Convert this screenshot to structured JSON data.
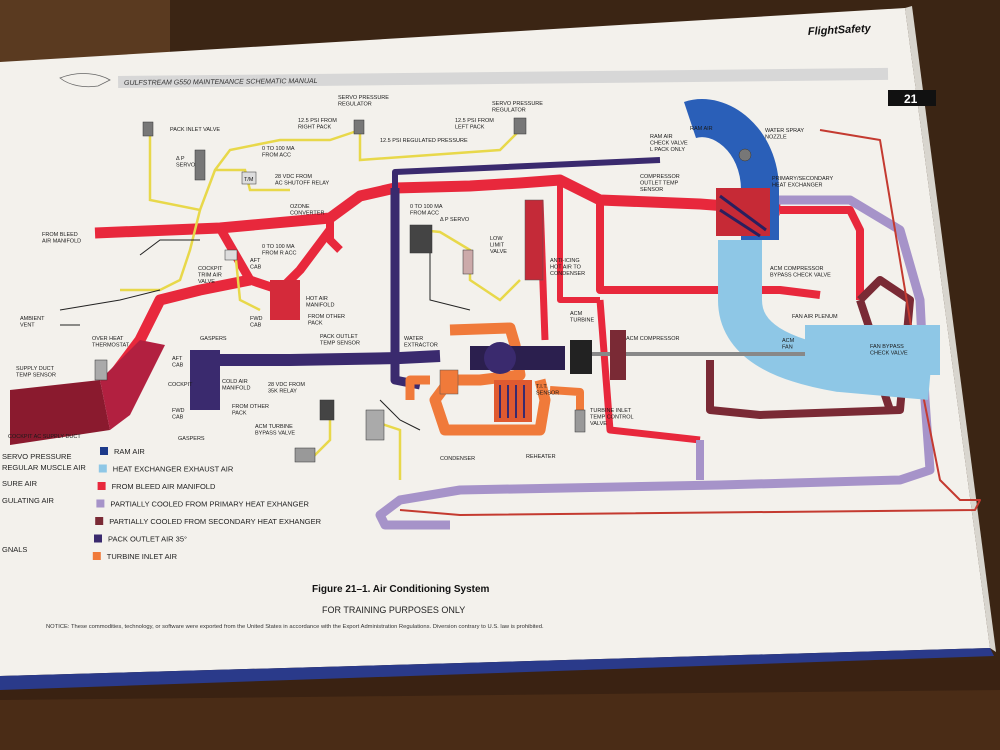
{
  "header": {
    "brand": "FlightSafety",
    "manual_title": "GULFSTREAM G550  MAINTENANCE SCHEMATIC MANUAL",
    "page_number": "21"
  },
  "labels": {
    "pack_inlet_valve": "PACK INLET VALVE",
    "servo_reg_right": "SERVO PRESSURE\nREGULATOR",
    "servo_reg_left": "SERVO PRESSURE\nREGULATOR",
    "psi_right_pack": "12.5 PSI FROM\nRIGHT PACK",
    "psi_left_pack": "12.5 PSI FROM\nLEFT PACK",
    "psi_regulated": "12.5 PSI REGULATED PRESSURE",
    "ma_from_acc": "0 TO 100 MA\nFROM ACC",
    "dp_servo": "Δ P\nSERVO",
    "vdc_shutoff": "28 VDC FROM\nAC SHUTOFF RELAY",
    "tm": "T/M",
    "ozone_converter": "OZONE\nCONVERTER",
    "from_bleed_air_manifold": "FROM BLEED\nAIR MANIFOLD",
    "ma_from_r_acc": "0 TO 100 MA\nFROM R ACC",
    "cockpit_trim_air_valve": "COCKPIT\nTRIM AIR\nVALVE",
    "aft_cab": "AFT\nCAB",
    "fwd_cab": "FWD\nCAB",
    "hot_air_manifold": "HOT AIR\nMANIFOLD",
    "from_other_pack": "FROM OTHER\nPACK",
    "ambient_vent": "AMBIENT\nVENT",
    "over_heat_thermostat": "OVER HEAT\nTHERMOSTAT",
    "supply_duct_temp_sensor": "SUPPLY DUCT\nTEMP SENSOR",
    "gaspers_top": "GASPERS",
    "aft_cab2": "AFT\nCAB",
    "cockpit": "COCKPIT",
    "fwd_cab2": "FWD\nCAB",
    "gaspers_bottom": "GASPERS",
    "cockpit_ac_supply_duct": "COCKPIT AC SUPPLY DUCT",
    "pack_outlet_temp_sensor": "PACK OUTLET\nTEMP SENSOR",
    "cold_air_manifold": "COLD AIR\nMANIFOLD",
    "vdc_35k": "28 VDC FROM\n35K RELAY",
    "from_other_pack2": "FROM OTHER\nPACK",
    "acm_turbine_bypass_valve": "ACM TURBINE\nBYPASS VALVE",
    "ma_from_acc2": "0 TO 100 MA\nFROM ACC",
    "dp_servo2": "Δ P SERVO",
    "low_limit_valve": "LOW\nLIMIT\nVALVE",
    "anti_icing": "ANTI-ICING\nHOT AIR TO\nCONDENSER",
    "water_extractor": "WATER\nEXTRACTOR",
    "acm_turbine": "ACM\nTURBINE",
    "tit_sensor": "T.I.T.\nSENSOR",
    "turbine_inlet_temp_control_valve": "TURBINE INLET\nTEMP CONTROL\nVALVE",
    "condenser": "CONDENSER",
    "reheater": "REHEATER",
    "acm_compressor": "ACM COMPRESSOR",
    "ram_air": "RAM AIR",
    "ram_air_check_valve": "RAM AIR\nCHECK VALVE\nL PACK ONLY",
    "water_spray_nozzle": "WATER SPRAY\nNOZZLE",
    "compressor_outlet_temp_sensor": "COMPRESSOR\nOUTLET TEMP\nSENSOR",
    "primary_secondary_heat_exchanger": "PRIMARY/SECONDARY\nHEAT EXCHANGER",
    "acm_compressor_bypass_check_valve": "ACM COMPRESSOR\nBYPASS CHECK VALVE",
    "fan_air_plenum": "FAN AIR PLENUM",
    "acm_fan": "ACM\nFAN",
    "fan_bypass_check_valve": "FAN BYPASS\nCHECK VALVE"
  },
  "legend": {
    "left_col": [
      {
        "label": "SERVO PRESSURE",
        "color": "#e8d84a"
      },
      {
        "label": "REGULAR MUSCLE AIR",
        "color": "#e8d84a"
      },
      {
        "label": "SURE AIR",
        "color": "#e8d84a"
      },
      {
        "label": "GULATING AIR",
        "color": "#e8d84a"
      },
      {
        "label": "GNALS",
        "color": "#333333"
      }
    ],
    "items": [
      {
        "label": "RAM AIR",
        "color": "#1d3a8a"
      },
      {
        "label": "HEAT EXCHANGER EXHAUST AIR",
        "color": "#8ec7e6"
      },
      {
        "label": "FROM BLEED AIR MANIFOLD",
        "color": "#e8283c"
      },
      {
        "label": "PARTIALLY COOLED FROM PRIMARY HEAT EXHANGER",
        "color": "#a693c9"
      },
      {
        "label": "PARTIALLY COOLED FROM SECONDARY HEAT EXHANGER",
        "color": "#7a2a35"
      },
      {
        "label": "PACK OUTLET AIR 35°",
        "color": "#3a2a6e"
      },
      {
        "label": "TURBINE INLET AIR",
        "color": "#f07a3a"
      }
    ]
  },
  "caption": {
    "figure": "Figure 21–1.  Air Conditioning System",
    "training": "FOR TRAINING PURPOSES ONLY",
    "notice": "NOTICE: These commodities, technology, or software were exported from the United States in accordance with the Export Administration Regulations. Diversion contrary to U.S. law is prohibited."
  },
  "colors": {
    "ram_air": "#1d3a8a",
    "hx_exhaust": "#8ec7e6",
    "bleed_air": "#e8283c",
    "primary_cooled": "#a693c9",
    "secondary_cooled": "#7a2a35",
    "pack_outlet": "#3a2a6e",
    "turbine_inlet": "#f07a3a",
    "servo": "#e8d84a"
  }
}
